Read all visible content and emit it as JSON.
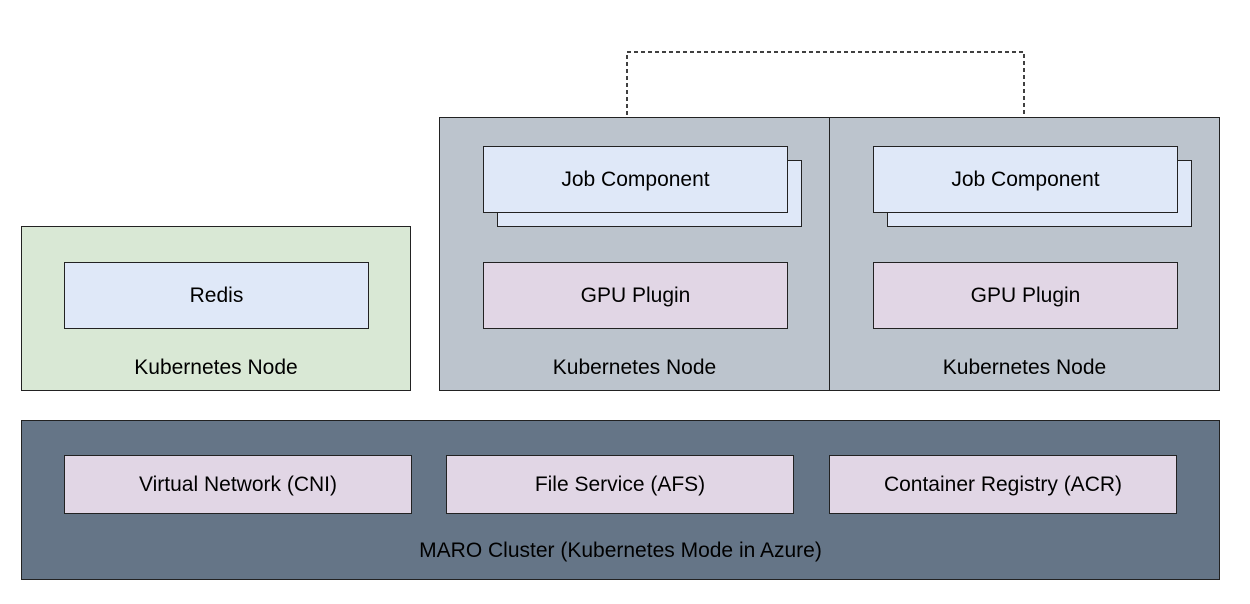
{
  "redis_node": {
    "component": "Redis",
    "node_label": "Kubernetes Node"
  },
  "gpu_nodes": [
    {
      "job_component": "Job Component",
      "gpu_plugin": "GPU Plugin",
      "node_label": "Kubernetes Node"
    },
    {
      "job_component": "Job Component",
      "gpu_plugin": "GPU Plugin",
      "node_label": "Kubernetes Node"
    }
  ],
  "cluster": {
    "label": "MARO Cluster (Kubernetes Mode in Azure)",
    "services": [
      "Virtual Network (CNI)",
      "File Service (AFS)",
      "Container Registry (ACR)"
    ]
  },
  "colors": {
    "redis_node_fill": "#d9e8d5",
    "gpu_node_fill": "#bcc4cd",
    "component_fill_blue": "#dfe8f8",
    "component_fill_purple": "#e1d6e5",
    "cluster_fill": "#657587"
  }
}
